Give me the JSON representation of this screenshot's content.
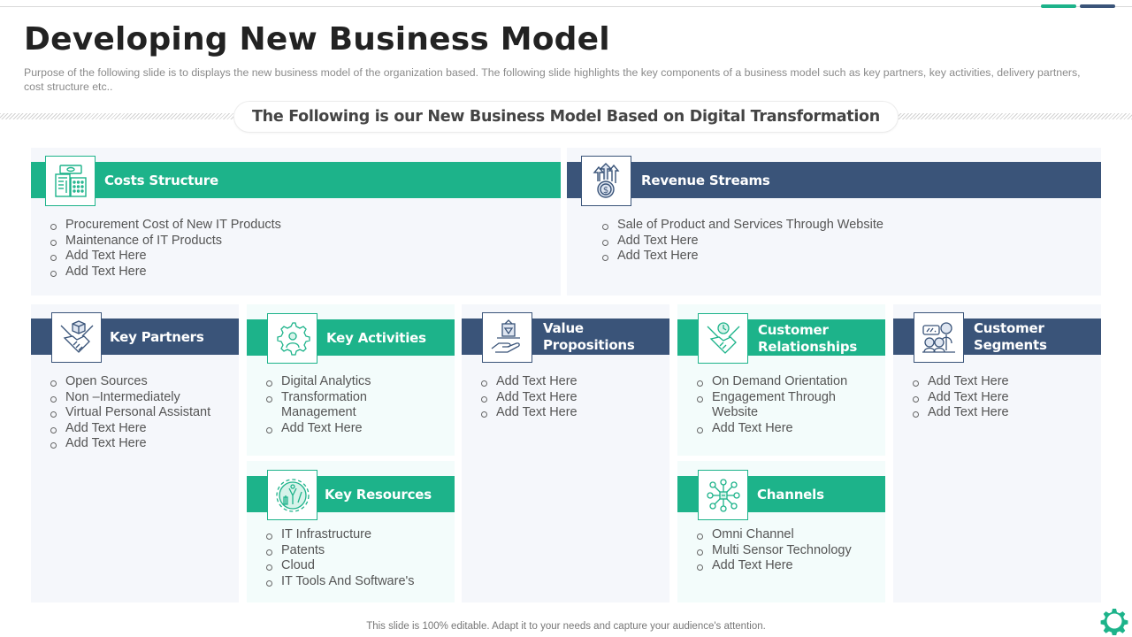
{
  "header": {
    "title": "Developing New Business Model",
    "description": "Purpose of the following slide is to displays the new business model of the organization  based. The following  slide highlights  the key components  of a business model such as key partners,  key activities, delivery  partners,  cost structure etc..",
    "subtitle": "The Following is our New Business Model Based on Digital Transformation"
  },
  "colors": {
    "accent_green": "#1db38a",
    "accent_navy": "#3a5479",
    "card_grey": "#f5f7fb",
    "card_mint": "#f3fcfb"
  },
  "cards": {
    "costs": {
      "title": "Costs Structure",
      "icon": "calculator-money-icon",
      "items": [
        "Procurement Cost of New IT Products",
        "Maintenance  of IT Products",
        "Add Text Here",
        "Add Text Here"
      ]
    },
    "revenue": {
      "title": "Revenue Streams",
      "icon": "dollar-growth-arrows-icon",
      "items": [
        "Sale of Product and Services Through Website",
        "Add Text Here",
        "Add Text Here"
      ]
    },
    "partners": {
      "title": "Key Partners",
      "icon": "handshake-box-icon",
      "items": [
        "Open Sources",
        "Non –Intermediately",
        "Virtual  Personal Assistant",
        "Add Text Here",
        "Add Text Here"
      ]
    },
    "activities": {
      "title": "Key Activities",
      "icon": "gear-person-icon",
      "items": [
        "Digital Analytics",
        "Transformation Management",
        "Add Text Here"
      ]
    },
    "value": {
      "title_line1": "Value",
      "title_line2": "Propositions",
      "icon": "hand-diamond-gift-icon",
      "items": [
        "Add Text Here",
        "Add Text Here",
        "Add Text Here"
      ]
    },
    "relationships": {
      "title_line1": "Customer",
      "title_line2": "Relationships",
      "icon": "handshake-clock-icon",
      "items": [
        "On Demand Orientation",
        "Engagement Through Website",
        "Add Text Here"
      ]
    },
    "segments": {
      "title_line1": "Customer",
      "title_line2": "Segments",
      "icon": "people-group-icon",
      "items": [
        "Add Text Here",
        "Add Text Here",
        "Add Text Here"
      ]
    },
    "resources": {
      "title": "Key Resources",
      "icon": "gear-tools-icon",
      "items": [
        "IT Infrastructure",
        "Patents",
        "Cloud",
        "IT Tools And Software's"
      ]
    },
    "channels": {
      "title": "Channels",
      "icon": "network-nodes-icon",
      "items": [
        "Omni Channel",
        "Multi  Sensor Technology",
        "Add Text Here"
      ]
    }
  },
  "footer": {
    "note": "This slide is 100% editable. Adapt it to your needs and capture your audience's attention."
  }
}
